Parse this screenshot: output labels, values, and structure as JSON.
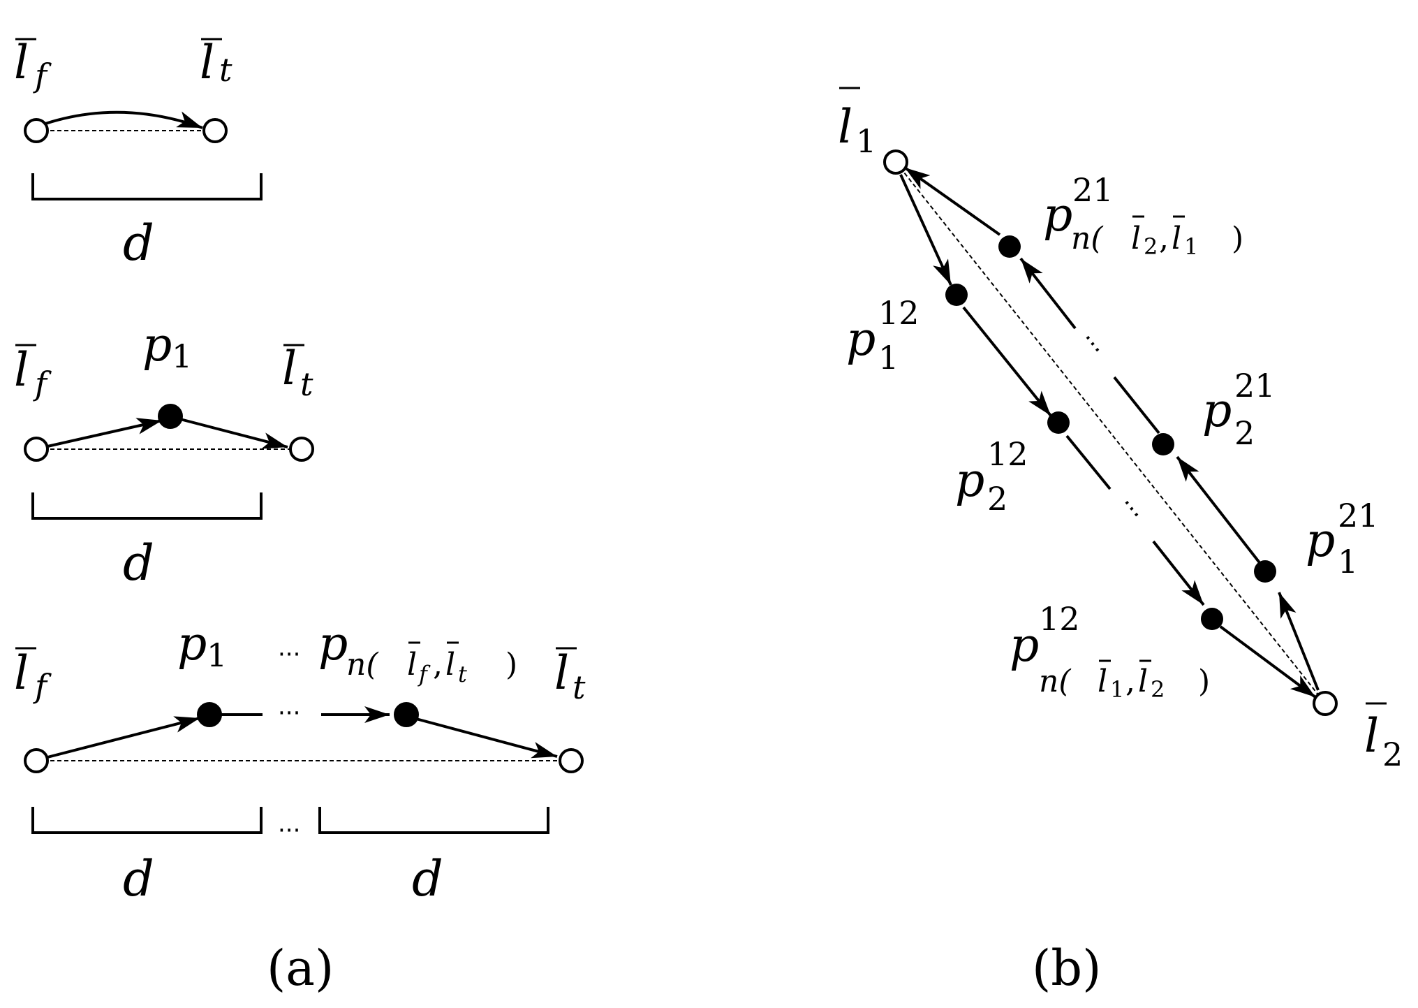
{
  "panel_a": {
    "caption": "(a)",
    "row1": {
      "from_label": "l",
      "from_sub": "f",
      "to_label": "l",
      "to_sub": "t",
      "dist": "d"
    },
    "row2": {
      "from_label": "l",
      "from_sub": "f",
      "mid_label": "p",
      "mid_sub": "1",
      "to_label": "l",
      "to_sub": "t",
      "dist": "d"
    },
    "row3": {
      "from_label": "l",
      "from_sub": "f",
      "p1_label": "p",
      "p1_sub": "1",
      "pn_label": "p",
      "pn_sub": "n(",
      "pn_sub_l1": "l",
      "pn_sub_l1_sub": "f",
      "pn_sub_comma": ",",
      "pn_sub_l2": "l",
      "pn_sub_l2_sub": "t",
      "pn_sub_close": ")",
      "to_label": "l",
      "to_sub": "t",
      "dist1": "d",
      "dist2": "d",
      "ellipsis": "···"
    }
  },
  "panel_b": {
    "caption": "(b)",
    "l1_label": "l",
    "l1_sub": "1",
    "l2_label": "l",
    "l2_sub": "2",
    "p12_1": {
      "base": "p",
      "sup": "12",
      "sub": "1"
    },
    "p12_2": {
      "base": "p",
      "sup": "12",
      "sub": "2"
    },
    "p12_n": {
      "base": "p",
      "sup": "12",
      "sub": "n(",
      "s_l1": "l",
      "s_l1_sub": "1",
      "s_comma": ",",
      "s_l2": "l",
      "s_l2_sub": "2",
      "s_close": ")"
    },
    "p21_1": {
      "base": "p",
      "sup": "21",
      "sub": "1"
    },
    "p21_2": {
      "base": "p",
      "sup": "21",
      "sub": "2"
    },
    "p21_n": {
      "base": "p",
      "sup": "21",
      "sub": "n(",
      "s_l1": "l",
      "s_l1_sub": "2",
      "s_comma": ",",
      "s_l2": "l",
      "s_l2_sub": "1",
      "s_close": ")"
    },
    "ellipsis": "···"
  },
  "colors": {
    "ink": "#000000",
    "background": "#ffffff"
  }
}
